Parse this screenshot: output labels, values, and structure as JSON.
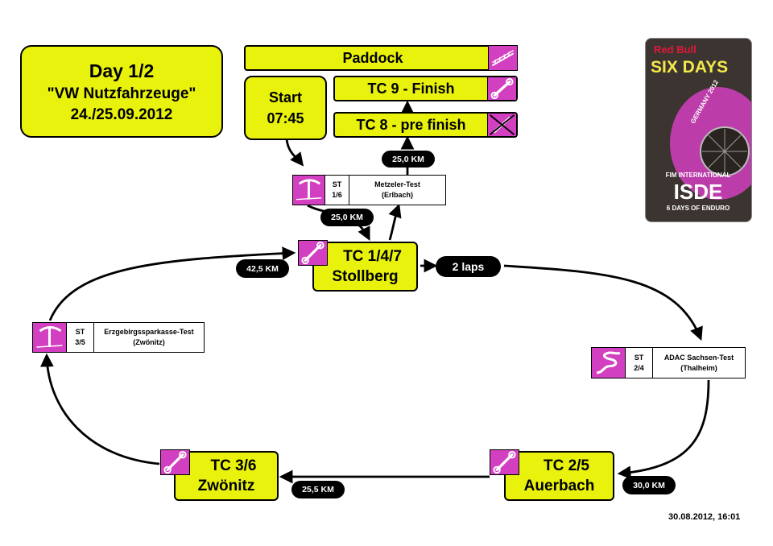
{
  "day": {
    "title": "Day 1/2",
    "name": "\"VW Nutzfahrzeuge\"",
    "date": "24./25.09.2012"
  },
  "paddock": "Paddock",
  "start": {
    "label": "Start",
    "time": "07:45"
  },
  "tc9": "TC 9 - Finish",
  "tc8": "TC 8 - pre finish",
  "tc147": {
    "code": "TC 1/4/7",
    "place": "Stollberg"
  },
  "tc25": {
    "code": "TC 2/5",
    "place": "Auerbach"
  },
  "tc36": {
    "code": "TC 3/6",
    "place": "Zwönitz"
  },
  "laps": "2 laps",
  "distances": {
    "to_finish": "25,0 KM",
    "start_leg": "25,0 KM",
    "return_leg": "42,5 KM",
    "auerbach_leg": "30,0 KM",
    "zwoenitz_leg": "25,5 KM"
  },
  "special_tests": {
    "st16": {
      "num1": "ST",
      "num2": "1/6",
      "name": "Metzeler-Test",
      "place": "(Erlbach)"
    },
    "st24": {
      "num1": "ST",
      "num2": "2/4",
      "name": "ADAC Sachsen-Test",
      "place": "(Thalheim)"
    },
    "st35": {
      "num1": "ST",
      "num2": "3/5",
      "name": "Erzgebirgssparkasse-Test",
      "place": "(Zwönitz)"
    }
  },
  "logo": {
    "line1": "Red Bull",
    "line2": "SIX DAYS",
    "line3": "GERMANY 2012",
    "line4": "FIM INTERNATIONAL",
    "line5": "ISDE",
    "line6": "6 DAYS OF ENDURO"
  },
  "timestamp": "30.08.2012, 16:01",
  "colors": {
    "box": "#e9f20d",
    "icon": "#d23fc0",
    "pill": "#000000"
  },
  "icons": [
    "wrench-icon",
    "no-wrench-icon",
    "paddock-icon",
    "pickaxe-icon",
    "enduro-track-icon"
  ]
}
